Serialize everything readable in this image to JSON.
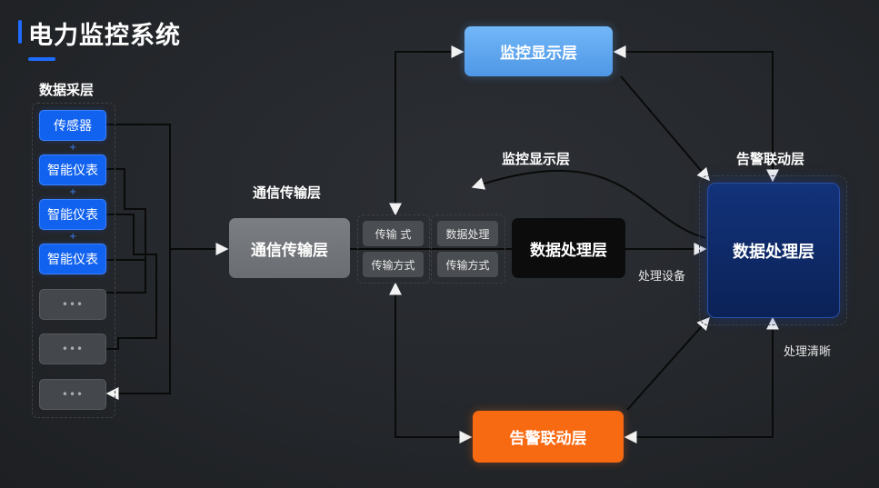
{
  "title": "电力监控系统",
  "collect": {
    "label": "数据采层",
    "devices": [
      "传感器",
      "智能仪表",
      "智能仪表",
      "智能仪表",
      "•••",
      "•••",
      "•••"
    ]
  },
  "comm": {
    "label": "通信传输层",
    "box": "通信传输层"
  },
  "mini": {
    "a_top": "传输 式",
    "a_bottom": "传输方式",
    "b_top": "数据处理",
    "b_bottom": "传输方式"
  },
  "process": {
    "box1": "数据处理层",
    "box2": "数据处理层",
    "device_label": "处理设备",
    "clear_label": "处理清晰"
  },
  "monitor": {
    "box": "监控显示层",
    "label": "监控显示层"
  },
  "alarm": {
    "box": "告警联动层",
    "label": "告警联动层"
  },
  "colors": {
    "accent": "#1e6bff",
    "device_blue": "#1262f0",
    "monitor": "#5aa6f0",
    "alarm": "#f86a12",
    "process_dark": "#0c0c0d",
    "process_navy": "#12327a"
  }
}
